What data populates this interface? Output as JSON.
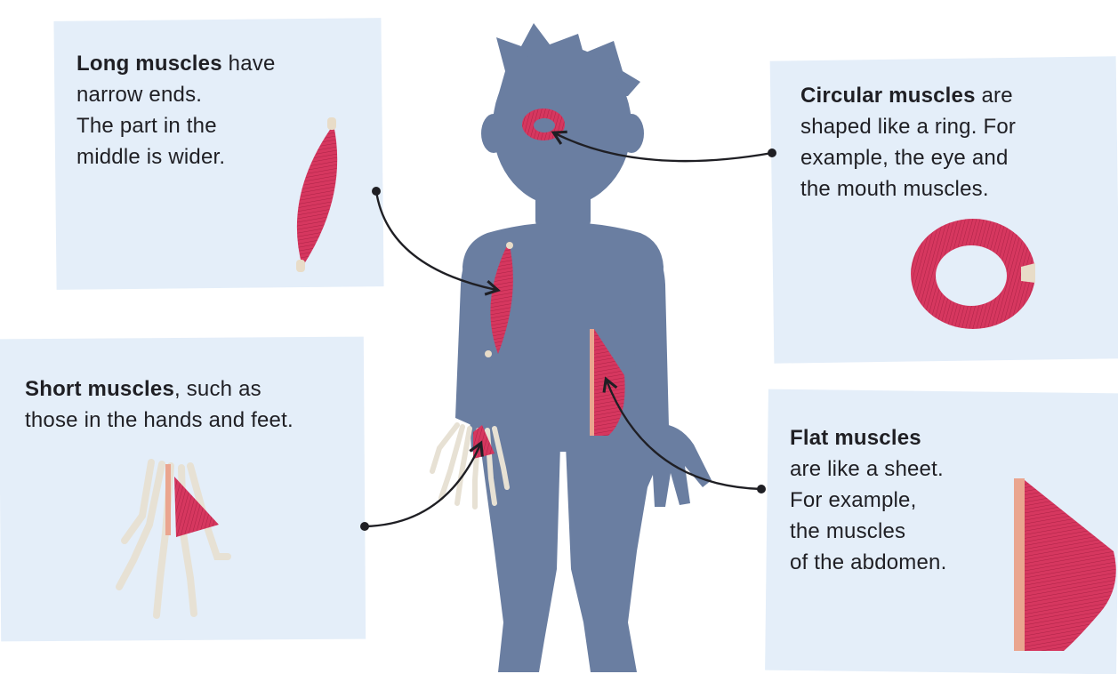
{
  "colors": {
    "card_bg": "#e4eef9",
    "silhouette": "#6a7ea1",
    "muscle": "#d6375f",
    "muscle_dark": "#a61f43",
    "tendon": "#e8dcc8",
    "bone": "#e7e1d4",
    "flat_edge": "#eaa58f",
    "connector": "#1f1f24"
  },
  "long": {
    "title": "Long muscles",
    "rest": " have",
    "line2": "narrow ends.",
    "line3": "The part in the",
    "line4": "middle is wider."
  },
  "circular": {
    "title": "Circular muscles",
    "rest": " are",
    "line2": "shaped like a ring. For",
    "line3": "example, the eye and",
    "line4": "the mouth muscles."
  },
  "short": {
    "title": "Short muscles",
    "rest": ", such as",
    "line2": "those in the hands and feet."
  },
  "flat": {
    "title": "Flat muscles",
    "line2": "are like a sheet.",
    "line3": "For example,",
    "line4": "the muscles",
    "line5": "of the abdomen."
  }
}
